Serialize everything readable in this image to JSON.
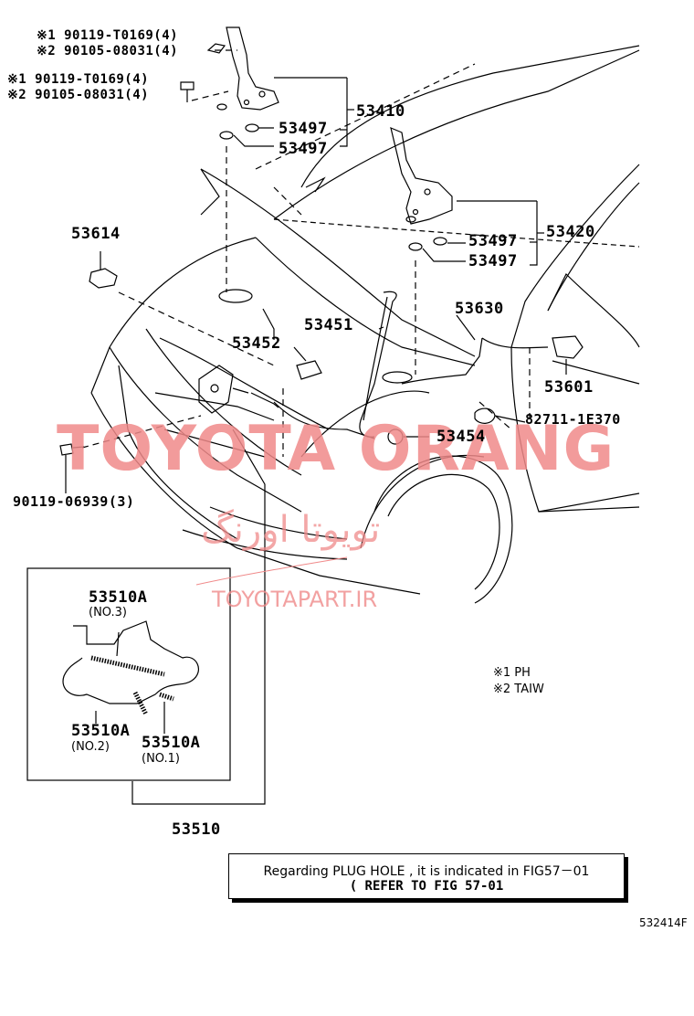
{
  "bolt_group_1": {
    "line1": "※1 90119-T0169(4)",
    "line2": "※2 90105-08031(4)"
  },
  "bolt_group_2": {
    "line1": "※1 90119-T0169(4)",
    "line2": "※2 90105-08031(4)"
  },
  "parts": {
    "p53410": "53410",
    "p53497_a": "53497",
    "p53497_b": "53497",
    "p53497_c": "53497",
    "p53497_d": "53497",
    "p53420": "53420",
    "p53614": "53614",
    "p53630": "53630",
    "p53451": "53451",
    "p53452": "53452",
    "p53601": "53601",
    "p82711": "82711-1E370",
    "p53454": "53454",
    "p90119": "90119-06939(3)",
    "p53510": "53510"
  },
  "inset": {
    "part_no3": "53510A",
    "note_no3": "(NO.3)",
    "part_no2": "53510A",
    "note_no2": "(NO.2)",
    "part_no1": "53510A",
    "note_no1": "(NO.1)"
  },
  "legend": {
    "l1": "※1 PH",
    "l2": "※2 TAIW"
  },
  "watermark": {
    "latin": "TOYOTA ORANG",
    "persian": "تویوتا اورنگ",
    "site": "TOYOTAPART.IR"
  },
  "reference": {
    "line1": "Regarding PLUG HOLE , it is indicated in FIG57－01",
    "line2": "( REFER TO FIG 57-01"
  },
  "figure_code": "532414F",
  "colors": {
    "watermark": "#f08a8a",
    "line": "#000000"
  }
}
